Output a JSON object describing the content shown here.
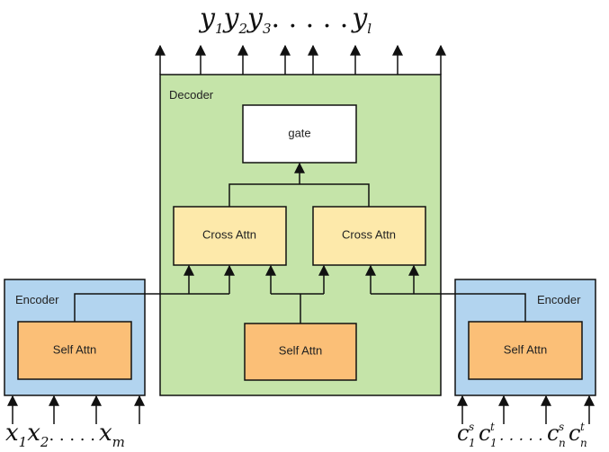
{
  "decoder": {
    "title": "Decoder",
    "gate_label": "gate",
    "cross_attn_left_label": "Cross Attn",
    "cross_attn_right_label": "Cross Attn",
    "self_attn_label": "Self Attn"
  },
  "encoder_left": {
    "title": "Encoder",
    "self_attn_label": "Self Attn"
  },
  "encoder_right": {
    "title": "Encoder",
    "self_attn_label": "Self Attn"
  },
  "outputs": {
    "y1": "y",
    "y1_sub": "1",
    "y2": "y",
    "y2_sub": "2",
    "y3": "y",
    "y3_sub": "3",
    "dots": ". . . . .",
    "yl": "y",
    "yl_sub": "l"
  },
  "inputs_left": {
    "x1": "x",
    "x1_sub": "1",
    "x2": "x",
    "x2_sub": "2",
    "dots": ". . . . .",
    "xm": "x",
    "xm_sub": "m"
  },
  "inputs_right": {
    "c": "c",
    "sup_s": "s",
    "sup_t": "t",
    "sub_1": "1",
    "sub_n": "n",
    "dots": ". . . . ."
  },
  "colors": {
    "decoder_fill": "#c5e4a9",
    "encoder_fill": "#b2d4ef",
    "self_attn_fill": "#fbbf77",
    "cross_attn_fill": "#fde9aa",
    "gate_fill": "#ffffff",
    "stroke": "#111111"
  }
}
